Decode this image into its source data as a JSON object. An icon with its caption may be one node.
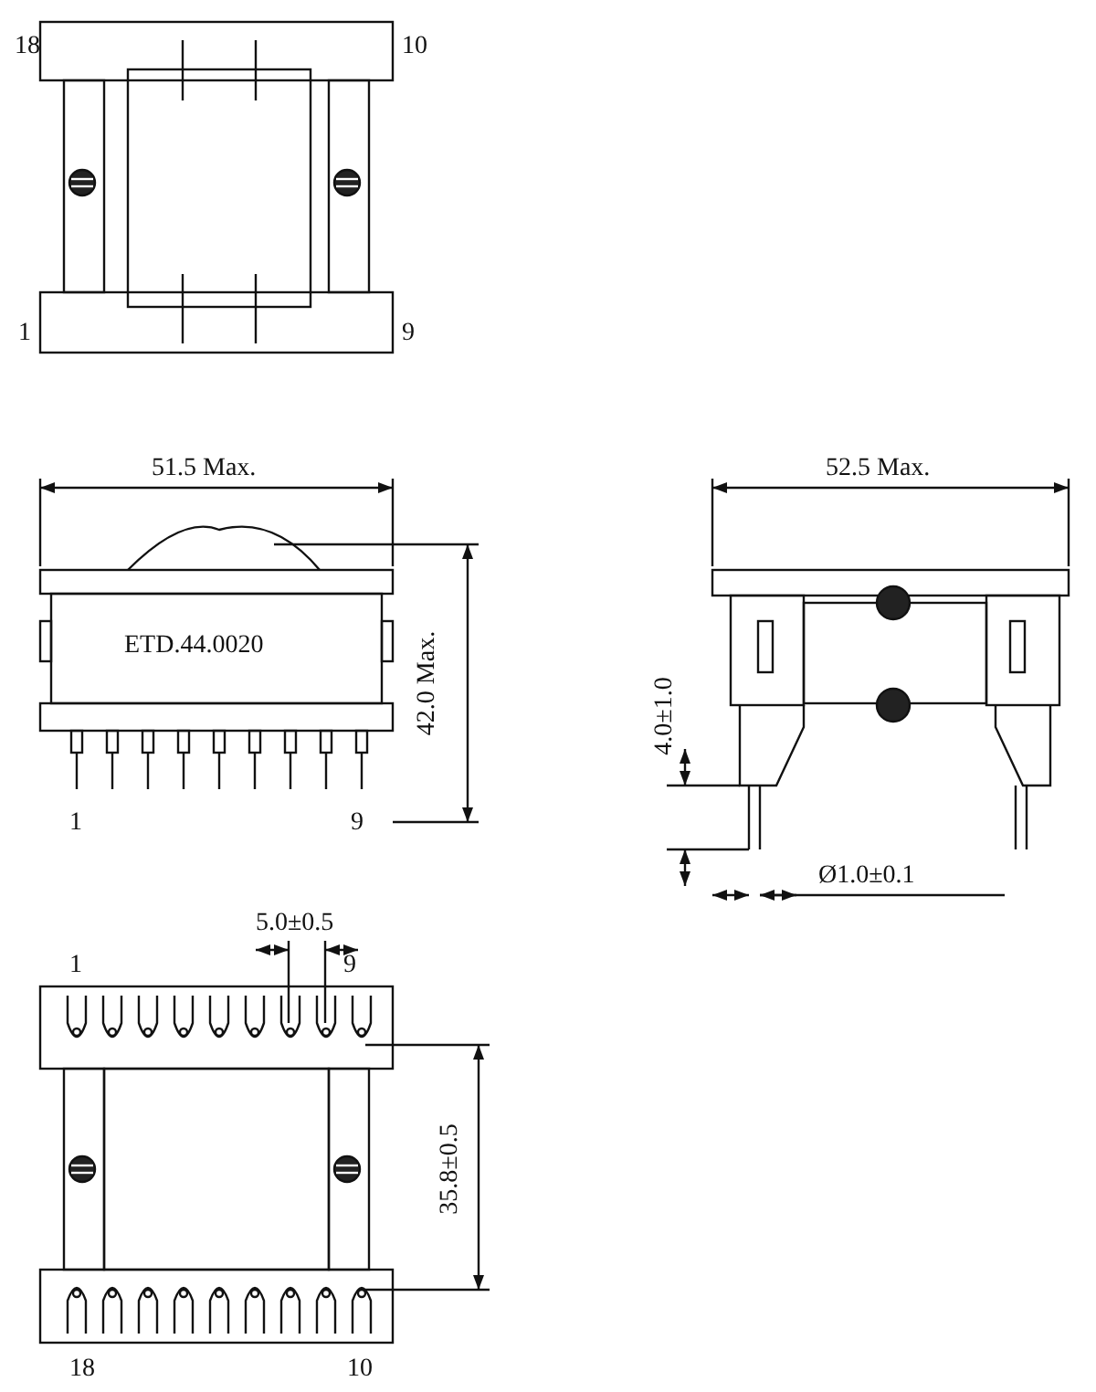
{
  "diagram": {
    "labels": [
      "18",
      "10",
      "1",
      "9",
      "51.5 Max.",
      "52.5 Max.",
      "ETD.44.0020",
      "42.0 Max.",
      "4.0±1.0",
      "1",
      "9",
      "Ø1.0±0.1",
      "5.0±0.5",
      "1",
      "9",
      "35.8±0.5",
      "18",
      "10"
    ]
  }
}
